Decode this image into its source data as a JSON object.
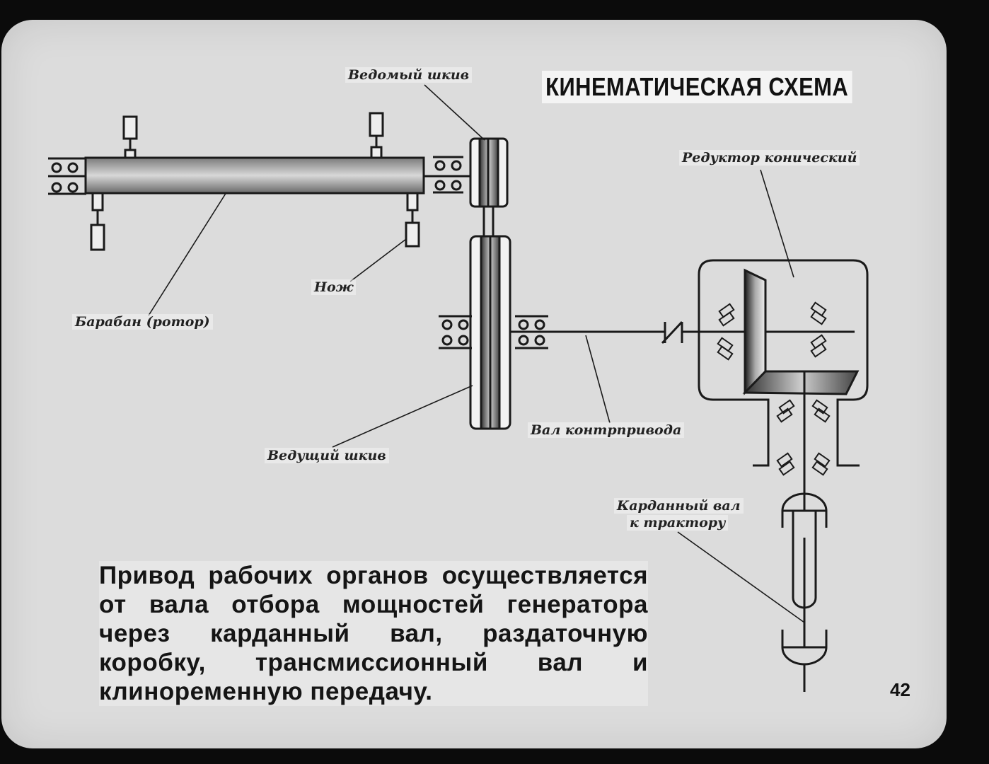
{
  "title": "КИНЕМАТИЧЕСКАЯ СХЕМА",
  "labels": {
    "driven_pulley": "Ведомый шкив",
    "drum": "Барабан (ротор)",
    "knife": "Нож",
    "drive_pulley": "Ведущий шкив",
    "countershaft": "Вал контрпривода",
    "bevel_reducer": "Редуктор конический",
    "cardan_line1": "Карданный вал",
    "cardan_line2": "к трактору"
  },
  "caption": "Привод рабочих органов осуществляется от вала отбора мощностей генератора через карданный вал, раздаточную коробку, трансмиссионный вал и клиноременную передачу.",
  "page_number": "42",
  "colors": {
    "background": "#0b0b0b",
    "card": "#dcdcdc",
    "ink": "#1a1a1a"
  }
}
